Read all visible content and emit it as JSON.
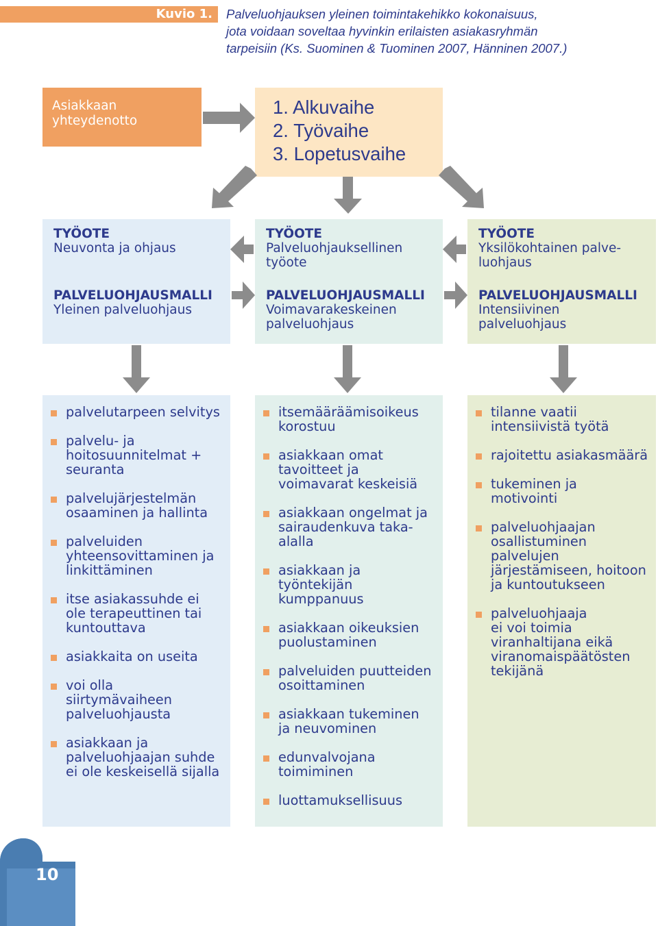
{
  "caption": {
    "tag": "Kuvio 1.",
    "text_lines": [
      "Palveluohjauksen yleinen toimintakehikko kokonaisuus,",
      "jota voidaan soveltaa hyvinkin erilaisten asiakasryhmän",
      "tarpeisiin (Ks. Suominen & Tuominen 2007, Hänninen 2007.)"
    ]
  },
  "contact": {
    "lines": [
      "Asiakkaan",
      "yhteydenotto"
    ]
  },
  "phases": [
    "1. Alkuvaihe",
    "2. Työvaihe",
    "3. Lopetusvaihe"
  ],
  "columns": [
    {
      "tyoote_heading": "TYÖOTE",
      "tyoote_lines": [
        "Neuvonta ja ohjaus"
      ],
      "malli_heading": "PALVELUOHJAUSMALLI",
      "malli_lines": [
        "Yleinen palveluohjaus"
      ],
      "items": [
        [
          "palvelutarpeen selvitys"
        ],
        [
          "palvelu- ja",
          "hoitosuunnitelmat +",
          "seuranta"
        ],
        [
          "palvelujärjestelmän",
          "osaaminen ja hallinta"
        ],
        [
          "palveluiden",
          "yhteensovittaminen ja",
          "linkittäminen"
        ],
        [
          "itse asiakassuhde ei",
          "ole terapeuttinen tai",
          "kuntouttava"
        ],
        [
          "asiakkaita on useita"
        ],
        [
          "voi olla siirtymävaiheen",
          "palveluohjausta"
        ],
        [
          "asiakkaan ja",
          "palveluohjaajan suhde",
          "ei ole keskeisellä sijalla"
        ]
      ]
    },
    {
      "tyoote_heading": "TYÖOTE",
      "tyoote_lines": [
        "Palveluohjauksellinen",
        "työote"
      ],
      "malli_heading": "PALVELUOHJAUSMALLI",
      "malli_lines": [
        "Voimavarakeskeinen",
        "palveluohjaus"
      ],
      "items": [
        [
          "itsemääräämisoikeus",
          "korostuu"
        ],
        [
          "asiakkaan omat",
          "tavoitteet ja",
          "voimavarat keskeisiä"
        ],
        [
          "asiakkaan ongelmat ja",
          "sairaudenkuva taka-",
          "alalla"
        ],
        [
          "asiakkaan ja",
          "työntekijän",
          "kumppanuus"
        ],
        [
          "asiakkaan oikeuksien",
          "puolustaminen"
        ],
        [
          "palveluiden puutteiden",
          "osoittaminen"
        ],
        [
          "asiakkaan tukeminen",
          "ja neuvominen"
        ],
        [
          "edunvalvojana",
          "toimiminen"
        ],
        [
          "luottamuksellisuus"
        ]
      ]
    },
    {
      "tyoote_heading": "TYÖOTE",
      "tyoote_lines": [
        "Yksilökohtainen palve-",
        "luohjaus"
      ],
      "malli_heading": "PALVELUOHJAUSMALLI",
      "malli_lines": [
        "Intensiivinen",
        "palveluohjaus"
      ],
      "items": [
        [
          "tilanne vaatii",
          "intensiivistä työtä"
        ],
        [
          "rajoitettu asiakasmäärä"
        ],
        [
          "tukeminen ja",
          "motivointi"
        ],
        [
          "palveluohjaajan",
          "osallistuminen",
          "palvelujen",
          "järjestämiseen, hoitoon",
          "ja kuntoutukseen"
        ],
        [
          "palveluohjaaja",
          "ei voi toimia",
          "viranhaltijana eikä",
          "viranomaispäätösten",
          "tekijänä"
        ]
      ]
    }
  ],
  "page_number": "10",
  "colors": {
    "accent_orange": "#f0a061",
    "phase_bg": "#fde6c4",
    "col1_bg": "#e2edf7",
    "col2_bg": "#e2f0ec",
    "col3_bg": "#e7edd3",
    "arrow_gray": "#8c8c8c",
    "text_blue": "#2d3a8c",
    "page_badge_blue": "#5b8ec2"
  }
}
